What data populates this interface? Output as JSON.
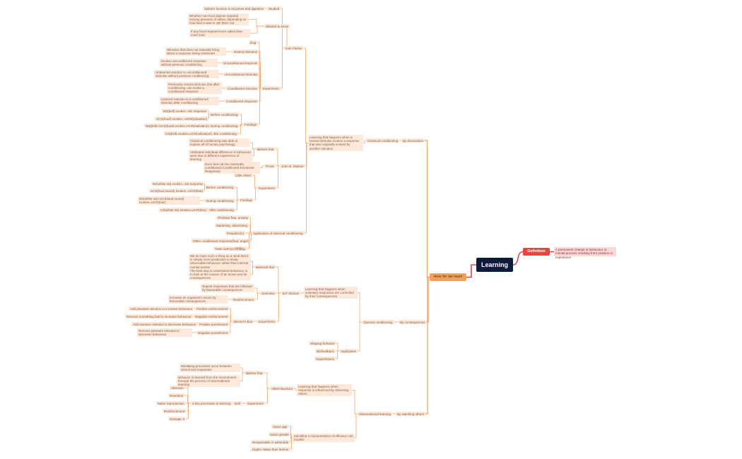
{
  "root": "Learning",
  "definition": {
    "label": "Definition",
    "text": "A permanent change in behaviour or mental process resulting from practice or experience"
  },
  "how": "How do we learn",
  "nodes": {
    "classical": "Classical conditioning",
    "by_association": "By association",
    "classical_def": "Learning that happens when a neutral stimulus evokes a response that was originally evoked by another stimulus",
    "ivan": "Ivan Pavlov",
    "studied": "Studied",
    "saliva_fn": "Saliva's function in enzymes and digestion",
    "wanted": "Wanted to know",
    "non_food": "Whether non food objects required varying amounts of saliva, depending on how hard it was to spit them out",
    "food_more": "If any food required more saliva than most food",
    "experiment1": "Experiment",
    "dog": "Dog",
    "neutral": "Neutral Stimulus",
    "neutral_def": "Stimulus that does not naturally bring about a response being examined",
    "ucr": "Unconditioned response",
    "ucr_def": "Evokes unconditioned response without previous conditioning",
    "ucs": "Unconditioned stimulus",
    "ucs_def": "Unlearned reaction to unconditioned stimulus without previous conditioning",
    "cs": "Conditioned stimulus",
    "cs_def": "Previously neutral stimulus that after conditioning, can evoke a conditioned response",
    "cr": "Conditioned response",
    "cr_def": "Learned reaction to a conditioned stimulus after conditioning",
    "findings1": "Findings",
    "before1": "Before conditioning",
    "ns_bell": "NS(bell) evokes =No response",
    "ucs_food": "UCS(food) evokes =UCR(salivation)",
    "during1": "During conditioning",
    "ns_during": "NS(bell)+UCS(food) evokes=UCR(salivation)",
    "after1": "After conditioning",
    "cs_bell": "CS(bell) evokes=UCR(salivation)",
    "watson": "John B. Watson",
    "believe1": "Believe that",
    "watson_b1": "Classical conditioning was able to explain all of human psychology",
    "watson_b2": "Attributed individual difference in behaviour were due to different experience of learning",
    "prove": "Prove",
    "prove_def": "Even fear can be classically conditioned Conditioned Emotional Response)",
    "experiment2": "Experiment",
    "little_albert": "Little Albert",
    "findings2": "Findings",
    "before2": "Before conditioning",
    "ns_rat": "NS(white rat) evokes =No response",
    "ucs_loud": "UCS(loud sound) evokes =UCR(fear)",
    "during2": "During conditioning",
    "during2_def": "NS(white rat)+UCS(loud sound) evokes=UCR(fear)",
    "after2": "After conditioning",
    "cs_rat": "CS(white rat) evokes=UCR(fear)",
    "application1": "Application of classical conditioning",
    "phobias": "Phobias/ fear, anxiety",
    "marketing": "Marketing, advertising",
    "prejudice": "Prejudice(s)",
    "other_cr": "Other conditioned response(fear, anger)",
    "taste": "Taste aversion地域5g",
    "operant": "Operant conditioning",
    "by_consequences": "By consequences",
    "operant_def": "Learning that happens when voluntary responses are controlled by their consequences",
    "skinner": "B.F Skinner",
    "believed2": "Believed that",
    "skinner_b1": "We do have such a thing as a mind that it is simply more productive to study observable behaviour rather than internal mental events",
    "skinner_b2": "The best way to understand behaviour is to look at the causes of an action and its consequences",
    "overview": "Overview",
    "repeat": "Repeat responses that are followed by favourable consequences",
    "reinforcement": "Reinforcement",
    "reinforcement_def": "Increase an organism's action by favourable consequences",
    "experiment3": "Experiment",
    "skinners_box": "Skinner's Box",
    "pos_reinf": "Positive reinforcement",
    "pos_reinf_def": "Add pleasant stimulus to increase behaviour",
    "neg_reinf": "Negative reinforcement",
    "neg_reinf_def": "Remove something bad to increase behaviour",
    "pos_pun": "Positive punishment",
    "pos_pun_def": "Add aversive stimulus to decrease behaviour",
    "neg_pun": "Negative punishment",
    "neg_pun_def": "Remove pleasant stimulus to decrease behaviour",
    "application2": "Application",
    "shaping": "Shaping behavior",
    "biofeedback": "Biofeedback",
    "superstitions": "Superstitions",
    "observational": "Observational learning",
    "by_watching": "By watching others",
    "obs_def": "Learning that happens when response is influenced by observing others",
    "bandura": "Albert Bandura",
    "believe3": "Believe that",
    "bandura_b1": "Mediating processes occur between stimuli and responses",
    "bandura_b2": "Behavior is learned from the environment through the process of observational learning",
    "experiment4": "Experiment",
    "doll": "Doll",
    "four_key": "4 key processes in learning",
    "attention": "Attention",
    "retention": "Retention",
    "motor": "Motor reproduction",
    "reinforcement2": "Reinforcement",
    "bobo": "Sotnapic 3",
    "characteristics": "Identified 4 characteristics of effective role models",
    "same_age": "Same age",
    "same_gender": "Same gender",
    "respectable": "Respectable or admirable",
    "higher_status": "Higher status than learner"
  }
}
